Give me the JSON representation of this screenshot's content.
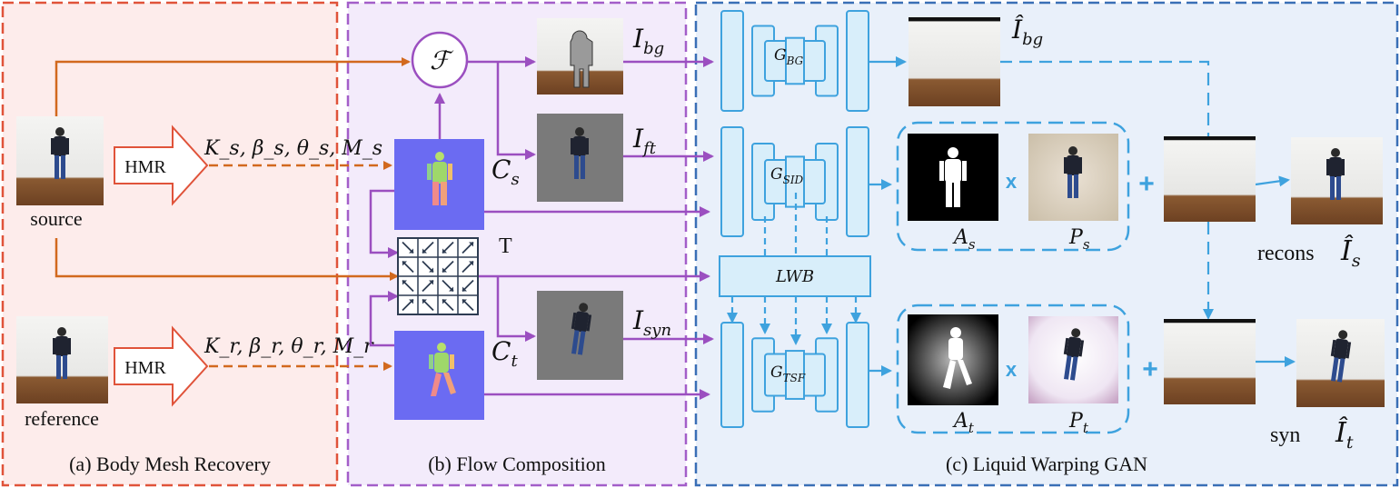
{
  "panels": {
    "a": {
      "caption": "(a) Body Mesh Recovery"
    },
    "b": {
      "caption": "(b) Flow Composition"
    },
    "c": {
      "caption": "(c) Liquid Warping GAN"
    }
  },
  "inputs": {
    "source_label": "source",
    "reference_label": "reference"
  },
  "hmr": {
    "top_label": "HMR",
    "bottom_label": "HMR",
    "source_params": "K_s, β_s, θ_s, M_s",
    "reference_params": "K_r, β_r, θ_r, M_r"
  },
  "flow": {
    "operator": "ℱ",
    "transform_label": "T",
    "cs_label": "C",
    "cs_sub": "s",
    "ct_label": "C",
    "ct_sub": "t"
  },
  "images": {
    "ibg": {
      "main": "I",
      "sub": "bg"
    },
    "ift": {
      "main": "I",
      "sub": "ft"
    },
    "isyn": {
      "main": "I",
      "sub": "syn"
    },
    "ibg_hat": {
      "main": "Î",
      "sub": "bg"
    }
  },
  "generators": {
    "bg": {
      "main": "G",
      "sub": "BG"
    },
    "sid": {
      "main": "G",
      "sub": "SID"
    },
    "tsf": {
      "main": "G",
      "sub": "TSF"
    },
    "lwb": "LWB"
  },
  "outputs": {
    "as": {
      "main": "A",
      "sub": "s"
    },
    "ps": {
      "main": "P",
      "sub": "s"
    },
    "at": {
      "main": "A",
      "sub": "t"
    },
    "pt": {
      "main": "P",
      "sub": "t"
    },
    "times": "x",
    "plus": "+",
    "recons_label": "recons",
    "recons_hat": {
      "main": "Î",
      "sub": "s"
    },
    "syn_label": "syn",
    "syn_hat": {
      "main": "Î",
      "sub": "t"
    }
  },
  "colors": {
    "panel_a_border": "#e0533a",
    "panel_a_fill": "#fdeceb",
    "panel_b_border": "#a35ec9",
    "panel_b_fill": "#f3ebfb",
    "panel_c_border": "#3a6fb6",
    "panel_c_fill": "#e9f0fa",
    "orange_arrow": "#d2691e",
    "purple_arrow": "#9b4fc0",
    "blue_arrow": "#3ea2de",
    "generator_fill": "#d8eefa",
    "generator_stroke": "#3ea2de",
    "mesh_bg": "#6b6bf2"
  }
}
